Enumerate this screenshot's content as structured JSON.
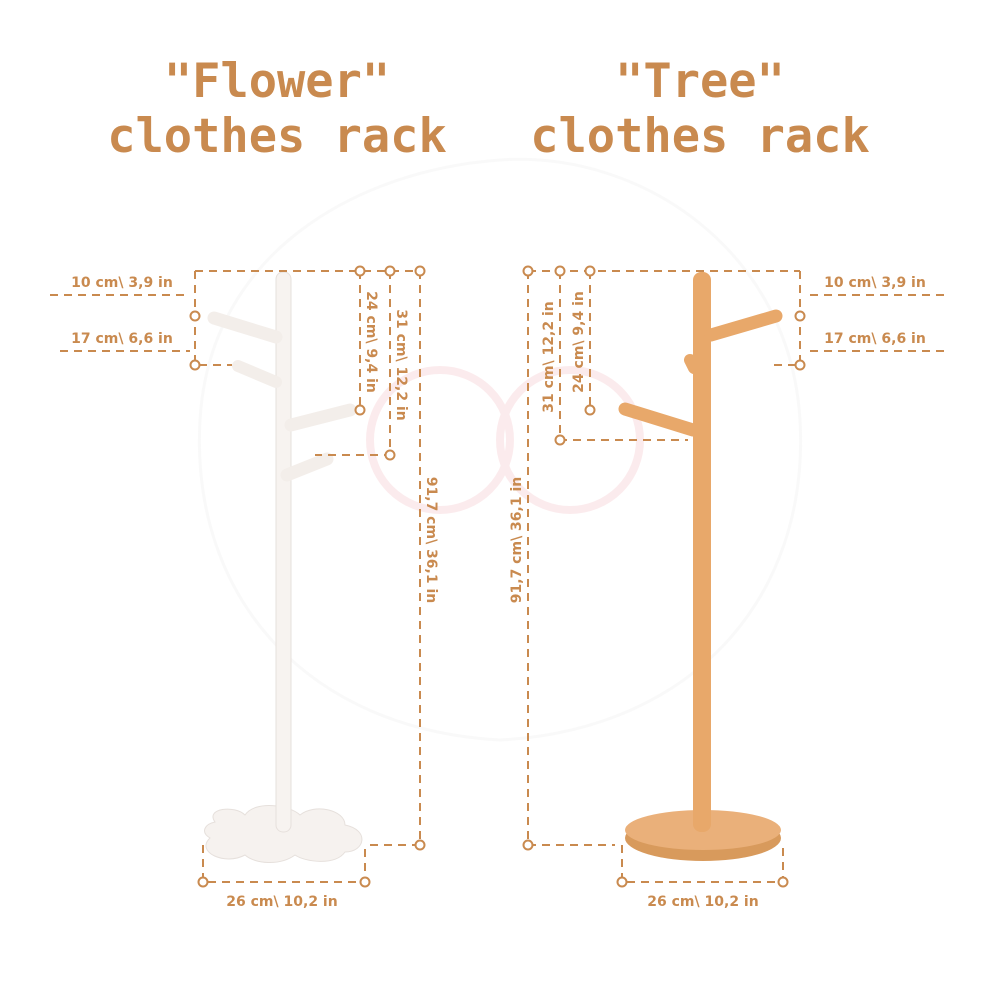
{
  "flower": {
    "title_line1": "\"Flower\"",
    "title_line2": "clothes rack",
    "dim_top_peg": "10 cm\\ 3,9 in",
    "dim_second_peg": "17 cm\\ 6,6 in",
    "dim_third_peg": "24 cm\\ 9,4 in",
    "dim_fourth_peg": "31 cm\\ 12,2 in",
    "dim_height": "91,7 cm\\ 36,1 in",
    "dim_base": "26 cm\\ 10,2 in",
    "color": "#f7f3f0"
  },
  "tree": {
    "title_line1": "\"Tree\"",
    "title_line2": "clothes rack",
    "dim_top_peg": "10 cm\\ 3,9 in",
    "dim_second_peg": "17 cm\\ 6,6 in",
    "dim_third_peg": "24 cm\\ 9,4 in",
    "dim_fourth_peg": "31 cm\\ 12,2 in",
    "dim_height": "91,7 cm\\ 36,1 in",
    "dim_base": "26 cm\\ 10,2 in",
    "color": "#e8a86a"
  },
  "accent": "#c98a4f"
}
